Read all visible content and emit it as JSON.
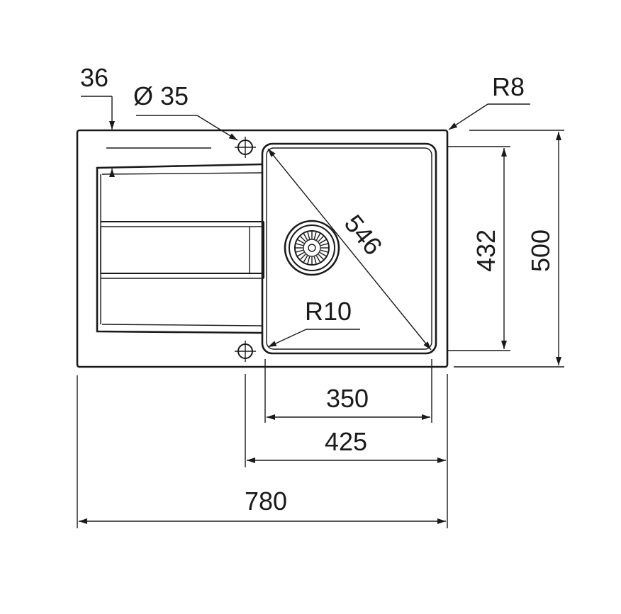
{
  "dimensions": {
    "overall_width": "780",
    "overall_depth": "500",
    "bowl_depth": "432",
    "bowl_width": "350",
    "bowl_centers": "425",
    "bowl_diagonal": "546",
    "outer_radius": "R8",
    "bowl_radius": "R10",
    "tap_hole_diameter": "Ø 35",
    "drainer_offset": "36"
  },
  "colors": {
    "line": "#1a1a1a",
    "background": "#ffffff"
  },
  "icons": {
    "tap_hole": "crosshair-circle-icon",
    "drain": "drain-strainer-icon"
  }
}
